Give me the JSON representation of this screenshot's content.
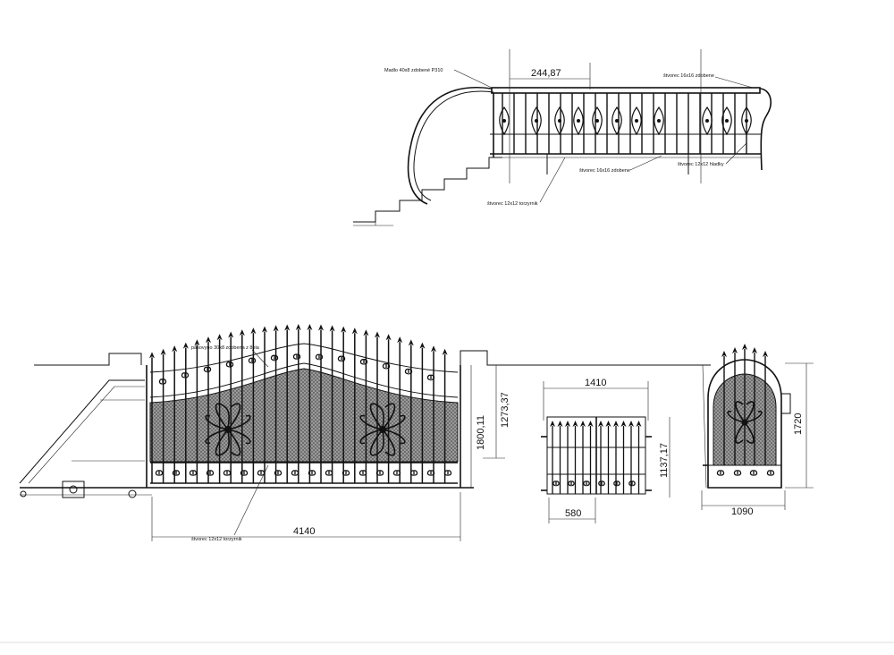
{
  "railing": {
    "dimension_width": "244,87",
    "note_handrail": "Madlo 40x8 zdobené P310",
    "note_top_bar": "štvorec 16x16 zdobene",
    "note_spindles": "štvorec 12x12 hladky",
    "note_bottom_bar": "štvorec 16x16 zdobene",
    "note_twisted": "štvorec 12x12 torzyrnik"
  },
  "sliding_gate": {
    "note_top_strip": "pásovyno 30x8 zdobena z 8ela",
    "dimension_width": "4140",
    "dimension_height_total": "1800,11",
    "dimension_height_side": "1273,37",
    "note_twisted": "štvorec 12x12 torzyrnik"
  },
  "double_gate": {
    "dimension_width": "1410",
    "dimension_height": "1137,17",
    "dimension_leaf": "580"
  },
  "wicket": {
    "dimension_width": "1090",
    "dimension_height": "1720"
  },
  "colors": {
    "ink": "#111111",
    "fill_pattern": "#8a8a8a"
  }
}
